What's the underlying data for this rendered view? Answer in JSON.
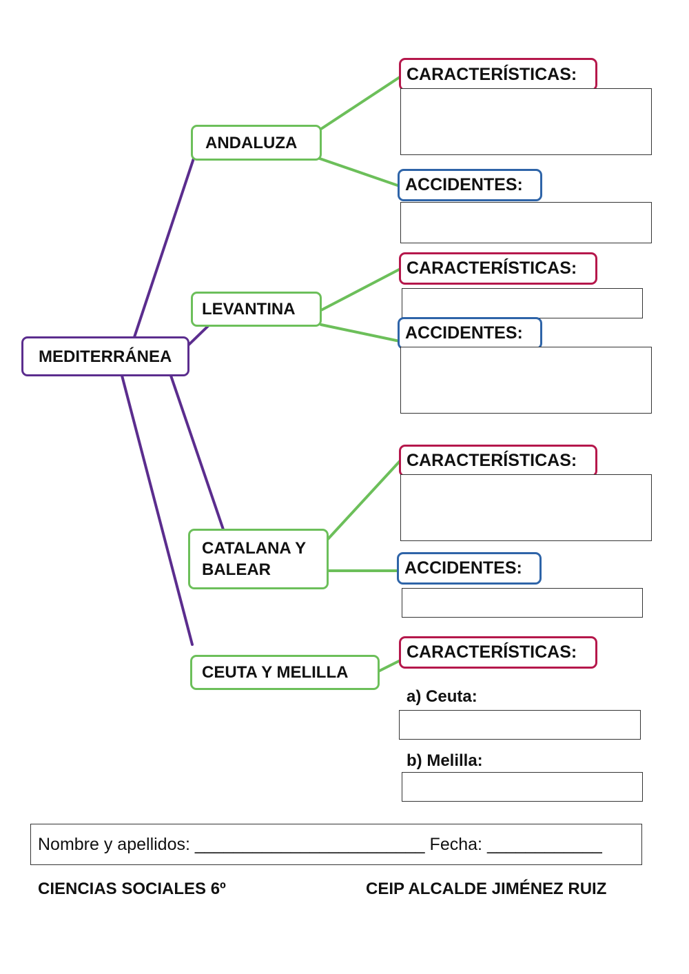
{
  "map": {
    "root": "MEDITERRÁNEA",
    "regions": {
      "andaluza": "ANDALUZA",
      "levantina": "LEVANTINA",
      "catalana_line1": "CATALANA Y",
      "catalana_line2": "BALEAR",
      "ceuta": "CEUTA Y MELILLA"
    },
    "labels": {
      "caracteristicas": "CARACTERÍSTICAS:",
      "accidentes": "ACCIDENTES:"
    },
    "sublabels": {
      "ceuta": "a) Ceuta:",
      "melilla": "b) Melilla:"
    }
  },
  "footer": {
    "name_label": "Nombre y apellidos:",
    "name_blank": "________________________",
    "date_label": "Fecha:",
    "date_blank": "____________",
    "subject": "CIENCIAS SOCIALES 6º",
    "school": "CEIP ALCALDE JIMÉNEZ RUIZ"
  },
  "colors": {
    "root_border": "#5b2d8e",
    "region_border": "#6cbf5a",
    "caracteristicas_border": "#b5174b",
    "accidentes_border": "#2e64a8"
  }
}
